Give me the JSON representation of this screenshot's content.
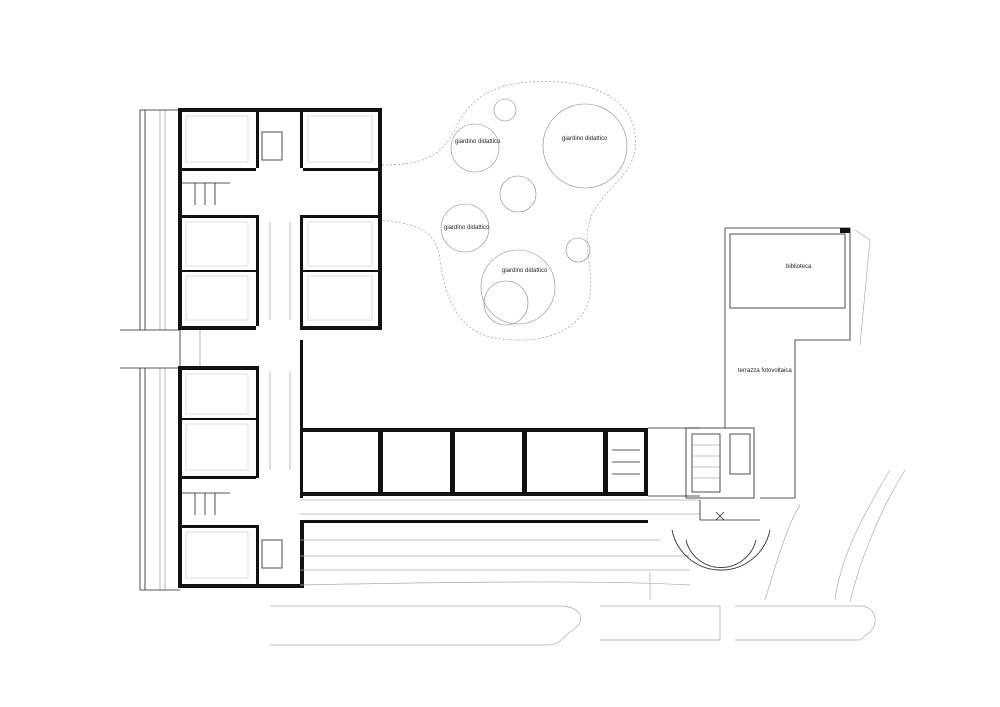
{
  "labels": {
    "garden_1": "giardino didattico",
    "garden_2": "giardino didattico",
    "garden_3": "giardino didattico",
    "garden_4": "giardino didattico",
    "library": "biblioteca",
    "terrace": "terrazza fotovoltaica"
  },
  "colors": {
    "walls": "#111111",
    "lines": "#222222",
    "secondary_lines": "#aaaaaa",
    "background": "#ffffff"
  }
}
